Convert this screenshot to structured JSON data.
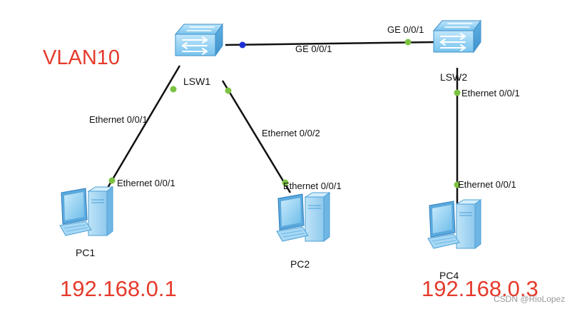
{
  "vlan_label": "VLAN10",
  "devices": {
    "lsw1": "LSW1",
    "lsw2": "LSW2",
    "pc1": "PC1",
    "pc2": "PC2",
    "pc4": "PC4"
  },
  "links": {
    "lsw1_lsw2": {
      "lsw1_port": "GE 0/0/1",
      "lsw2_port": "GE 0/0/1"
    },
    "lsw1_pc1": {
      "switch_port": "Ethernet 0/0/1",
      "pc_port": "Ethernet 0/0/1"
    },
    "lsw1_pc2": {
      "switch_port": "Ethernet 0/0/2",
      "pc_port": "Ethernet 0/0/1"
    },
    "lsw2_pc4": {
      "switch_port": "Ethernet 0/0/1",
      "pc_port": "Ethernet 0/0/1"
    }
  },
  "ip_addresses": {
    "pc1": "192.168.0.1",
    "pc4": "192.168.0.3"
  },
  "watermark": "CSDN @RioLopez",
  "colors": {
    "annotation_red": "#e53a2c",
    "port_green": "#7cc242",
    "port_blue": "#1f2fd6",
    "device_blue": "#7cc6ef"
  }
}
